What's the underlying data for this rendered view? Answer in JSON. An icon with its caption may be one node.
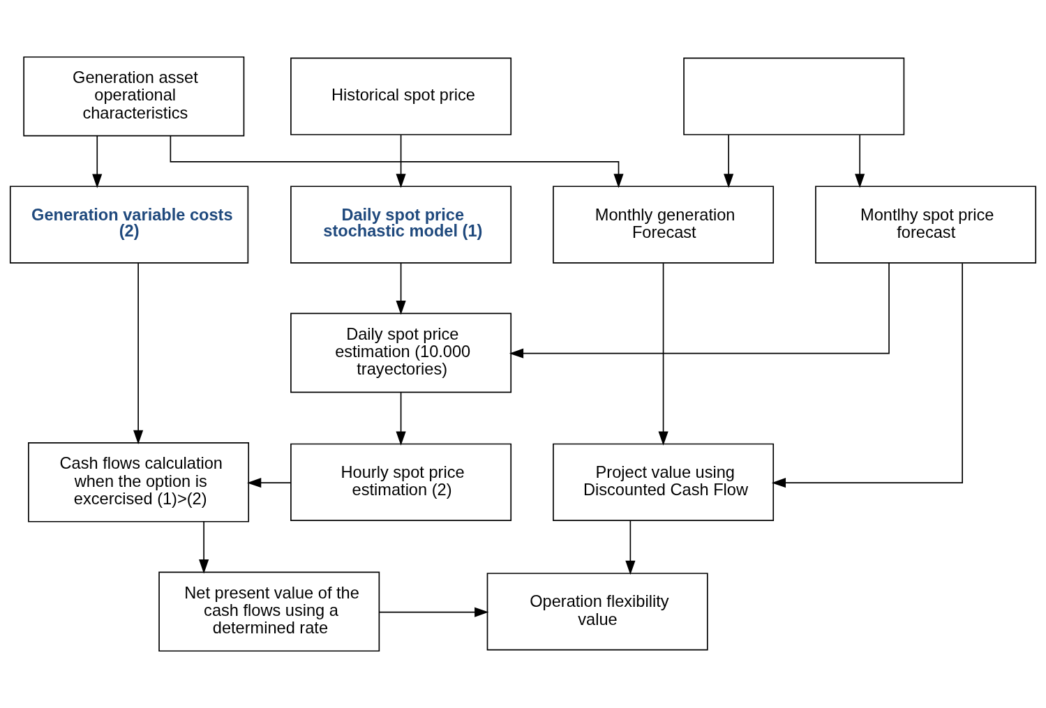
{
  "diagram": {
    "nodes": [
      {
        "text": [],
        "shape": "box"
      },
      {
        "text": [
          "Historical spot price"
        ]
      },
      {
        "text": [
          "Generation asset operational characteristics"
        ]
      },
      {
        "text": [
          "Monthly generation Forecast"
        ]
      },
      {
        "text": [
          "Montlhy spot price forecast"
        ]
      },
      {
        "text": [
          "Daily spot price stochastic model (1)"
        ]
      },
      {
        "text": [
          "Generation variable costs (2)"
        ]
      },
      {
        "text": [
          "Daily spot price estimation (10.000 trayectories)"
        ]
      },
      {
        "text": [
          "Project value using Discounted Cash Flow"
        ]
      },
      {
        "text": [
          "Hourly spot price estimation (2)"
        ]
      },
      {
        "text": [
          "Cash flows calculation when the option is excercised (1)>(2)"
        ]
      },
      {
        "text": [
          "Operation flexibility value"
        ]
      },
      {
        "text": [
          "Net present value of the cash flows using a determined rate"
        ]
      }
    ],
    "edges": [
      {
        "from": 0,
        "to": 3,
        "arrow": "to"
      },
      {
        "from": 0,
        "to": 4,
        "arrow": "to"
      },
      {
        "from": 1,
        "to": 5,
        "arrow": "to"
      },
      {
        "from": 2,
        "to": 6,
        "arrow": "to"
      },
      {
        "from": 2,
        "to": 3,
        "arrow": "to"
      },
      {
        "from": 3,
        "to": 8,
        "arrow": "to"
      },
      {
        "from": 4,
        "to": 8,
        "arrow": "to"
      },
      {
        "from": 4,
        "to": 7,
        "arrow": "to"
      },
      {
        "from": 5,
        "to": 7,
        "arrow": "to"
      },
      {
        "from": 7,
        "to": 9,
        "arrow": "to"
      },
      {
        "from": 9,
        "to": 10,
        "arrow": "to"
      },
      {
        "from": 6,
        "to": 10,
        "arrow": "to"
      },
      {
        "from": 10,
        "to": 12,
        "arrow": "to"
      },
      {
        "from": 8,
        "to": 11,
        "arrow": "to"
      },
      {
        "from": 12,
        "to": 11,
        "arrow": "to"
      }
    ]
  }
}
